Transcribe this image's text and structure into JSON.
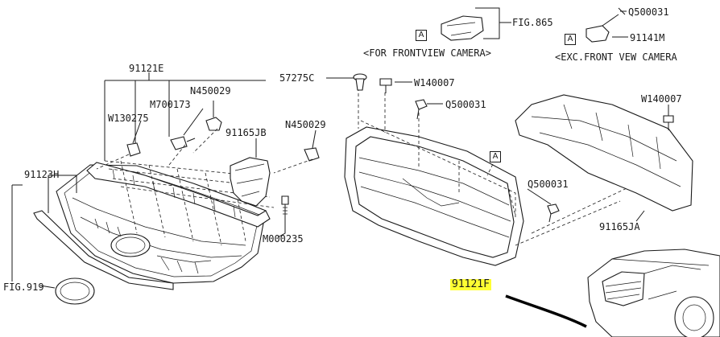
{
  "labels": {
    "p91121E": "91121E",
    "pN450029a": "N450029",
    "pM700173": "M700173",
    "pW130275": "W130275",
    "p91165JB": "91165JB",
    "p91123H": "91123H",
    "pN450029b": "N450029",
    "pM000235": "M000235",
    "pFIG919": "FIG.919",
    "p57275C": "57275C",
    "pW140007a": "W140007",
    "pQ500031a": "Q500031",
    "pFIG865": "FIG.865",
    "pQ500031top": "Q500031",
    "p91141M": "91141M",
    "pW140007b": "W140007",
    "pQ500031b": "Q500031",
    "p91165JA": "91165JA",
    "p91121F": "91121F",
    "noteFront": "<FOR FRONTVIEW CAMERA>",
    "noteExc": "<EXC.FRONT VEW CAMERA",
    "refA": "A"
  },
  "colors": {
    "highlight": "#ffff33",
    "line": "#1a1a1a"
  }
}
